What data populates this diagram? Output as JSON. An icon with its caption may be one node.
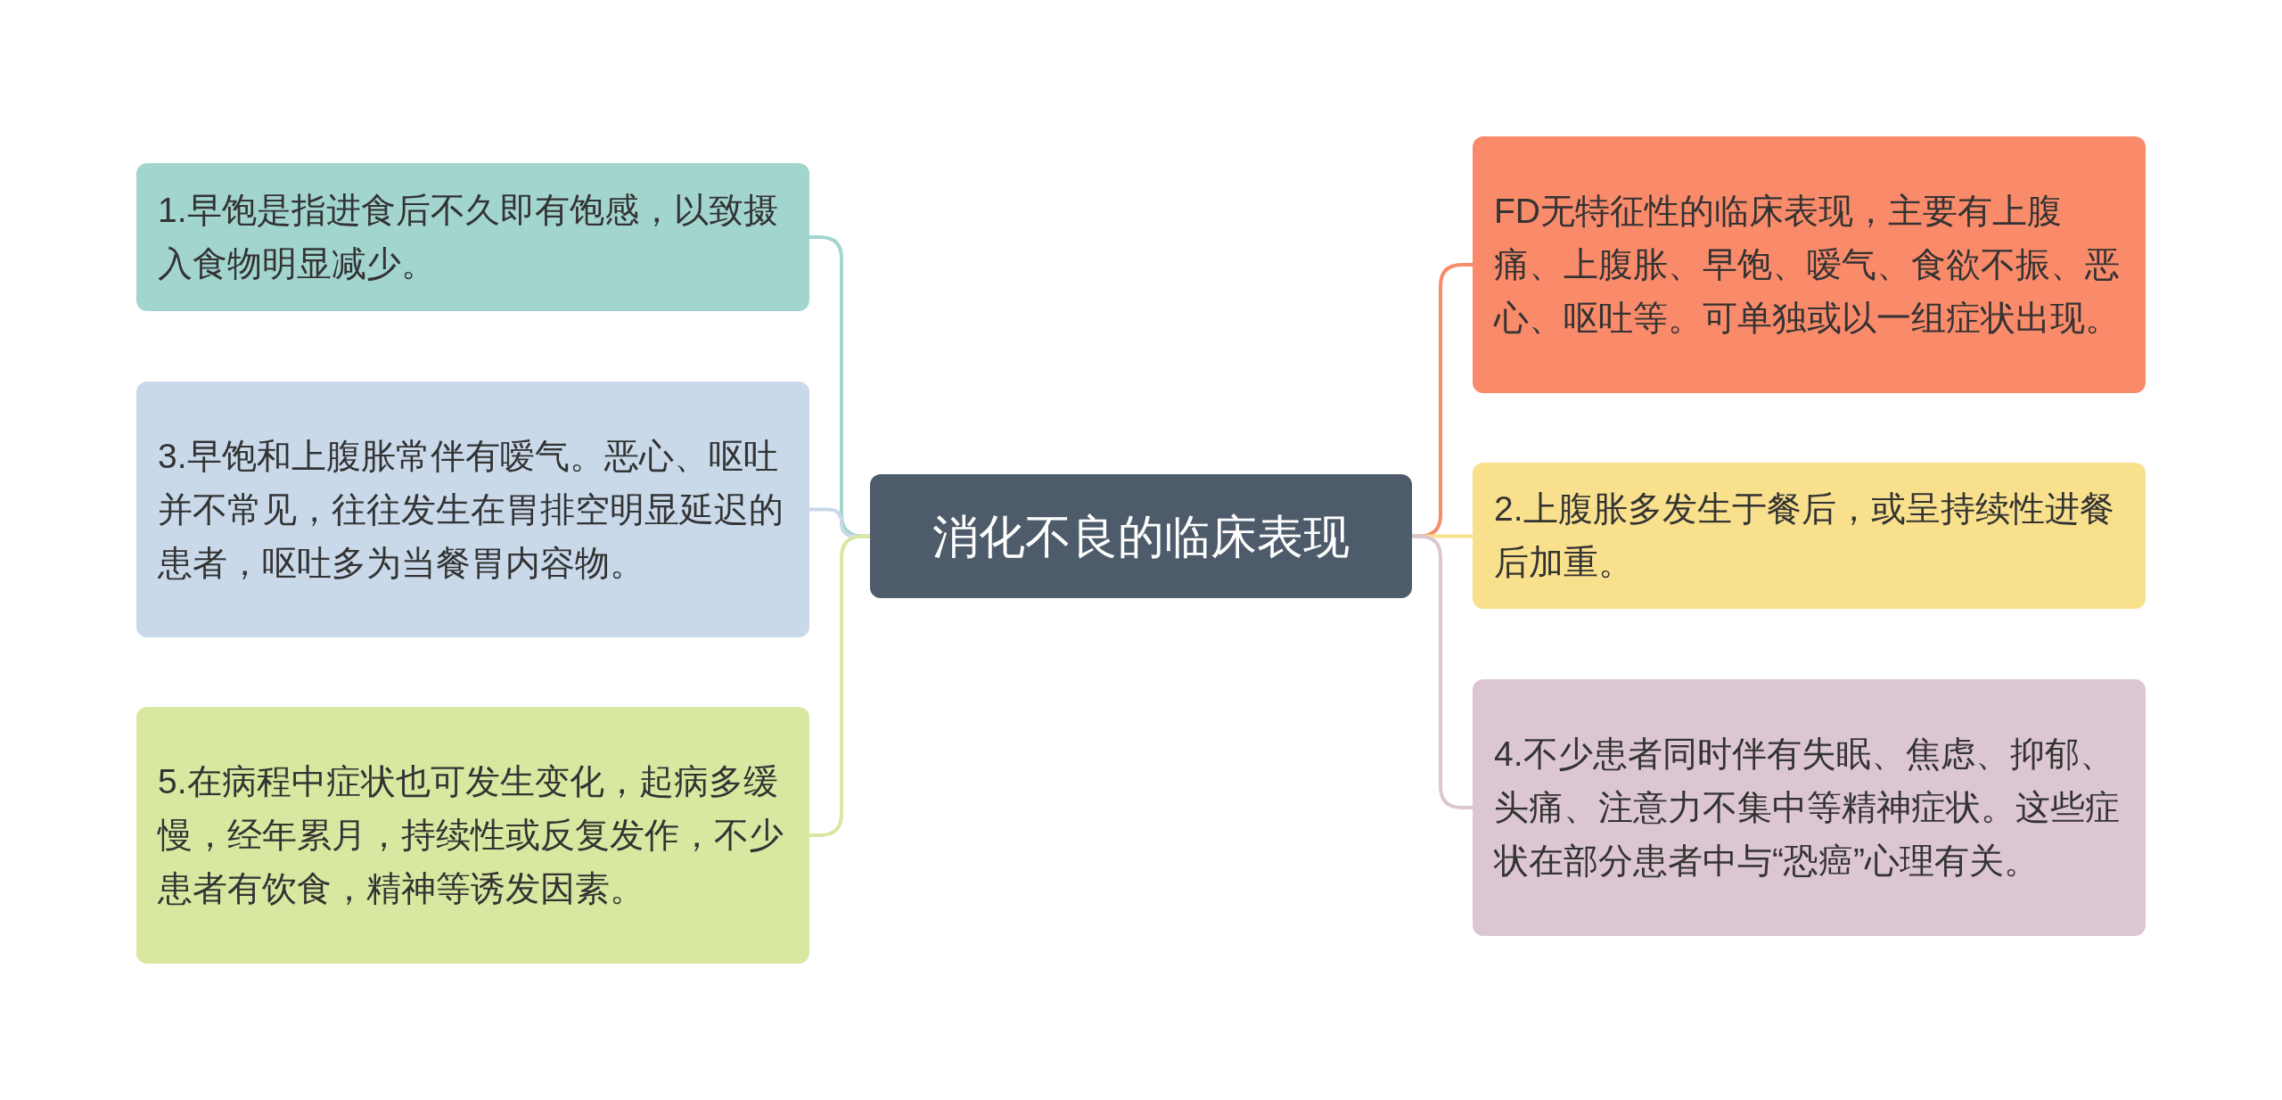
{
  "diagram": {
    "nodes": [
      {
        "text": [
          "消化不良的临床表现"
        ]
      },
      {
        "text": [
          "1.早饱是指进食后不久即有饱感，以致摄入食物明显减少。"
        ]
      },
      {
        "text": [
          "3.早饱和上腹胀常伴有嗳气。恶心、呕吐并不常见，往往发生在胃排空明显延迟的患者，呕吐多为当餐胃内容物。"
        ]
      },
      {
        "text": [
          "5.在病程中症状也可发生变化，起病多缓慢，经年累月，持续性或反复发作，不少患者有饮食，精神等诱发因素。"
        ]
      },
      {
        "text": [
          "FD无特征性的临床表现，主要有上腹痛、上腹胀、早饱、嗳气、食欲不振、恶心、呕吐等。可单独或以一组症状出现。"
        ]
      },
      {
        "text": [
          "2.上腹胀多发生于餐后，或呈持续性进餐后加重。"
        ]
      },
      {
        "text": [
          "4.不少患者同时伴有失眠、焦虑、抑郁、头痛、注意力不集中等精神症状。这些症状在部分患者中与“恐癌”心理有关。"
        ]
      }
    ],
    "edges": [
      {
        "from": 0,
        "to": 1,
        "arrow": "none",
        "color": "#a3d5cf"
      },
      {
        "from": 0,
        "to": 2,
        "arrow": "none",
        "color": "#c9d9ea"
      },
      {
        "from": 0,
        "to": 3,
        "arrow": "none",
        "color": "#d8e8a0"
      },
      {
        "from": 0,
        "to": 4,
        "arrow": "none",
        "color": "#f98a6a"
      },
      {
        "from": 0,
        "to": 5,
        "arrow": "none",
        "color": "#f9e08c"
      },
      {
        "from": 0,
        "to": 6,
        "arrow": "none",
        "color": "#dcc6d2"
      }
    ]
  }
}
